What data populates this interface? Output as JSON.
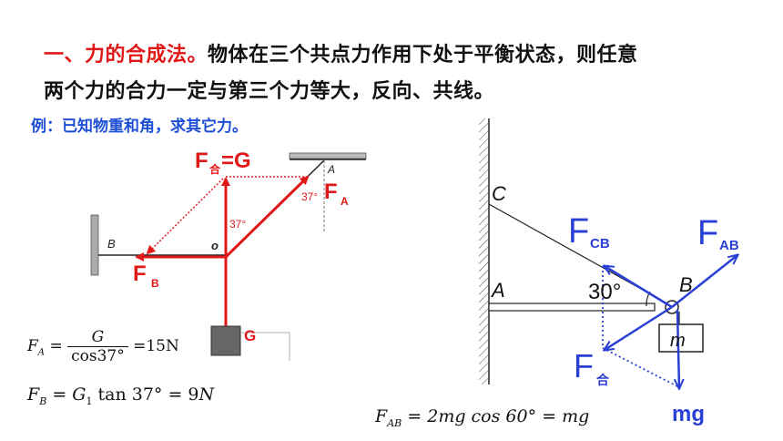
{
  "heading": {
    "red_part": "一、力的合成法。",
    "line1_rest": "物体在三个共点力作用下处于平衡状态，则任意",
    "line2": "两个力的合力一定与第三个力等大，反向、共线。"
  },
  "example_text": "例：已知物重和角，求其它力。",
  "left_diagram": {
    "label_fhe": "F",
    "label_fhe_sub": "合",
    "label_fhe_eq": "=G",
    "label_a_point": "A",
    "label_fa": "F",
    "label_fa_sub": "A",
    "angle_top": "37°",
    "angle_mid": "37°",
    "label_b_point": "B",
    "label_o": "o",
    "label_fb": "F",
    "label_fb_sub": "B",
    "label_g": "G"
  },
  "formulas": {
    "fa_lhs": "F",
    "fa_lhs_sub": "A",
    "fa_num": "G",
    "fa_den": "cos37°",
    "fa_rhs": "=15N",
    "fb_lhs": "F",
    "fb_lhs_sub": "B",
    "fb_rhs_1": "= G",
    "fb_rhs_sub": "1",
    "fb_rhs_2": " tan 37° = 9",
    "fb_unit": "N",
    "fab_lhs": "F",
    "fab_lhs_sub": "AB",
    "fab_rhs": "= 2mg cos 60° = mg"
  },
  "right_diagram": {
    "label_c": "C",
    "label_fcb": "F",
    "label_fcb_sub": "CB",
    "label_fab": "F",
    "label_fab_sub": "AB",
    "label_a": "A",
    "angle": "30°",
    "label_b": "B",
    "label_m": "m",
    "label_fhe": "F",
    "label_fhe_sub": "合",
    "label_mg": "mg"
  },
  "colors": {
    "force_red": "#e01818",
    "vector_blue": "#2a3fd6",
    "example_blue": "#1f4fd6"
  }
}
